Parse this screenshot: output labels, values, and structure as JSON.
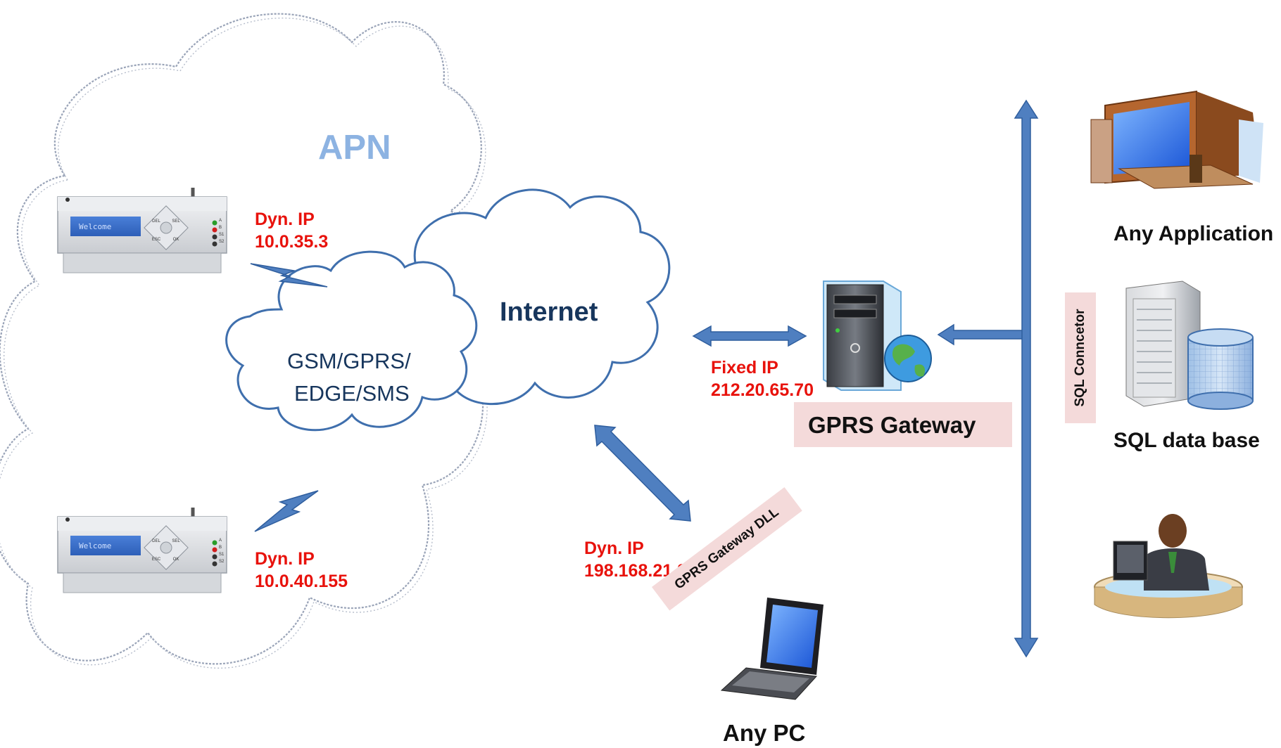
{
  "apn": {
    "label": "APN"
  },
  "gsm": {
    "line1": "GSM/GPRS/",
    "line2": "EDGE/SMS"
  },
  "internet": {
    "label": "Internet"
  },
  "device_top": {
    "screen_text": "Welcome",
    "ip_label": "Dyn. IP",
    "ip": "10.0.35.3",
    "buttons": [
      "DEL",
      "SEL",
      "ESC",
      "OK"
    ],
    "leds": [
      "A",
      "B",
      "S1",
      "S2"
    ]
  },
  "device_bottom": {
    "screen_text": "Welcome",
    "ip_label": "Dyn. IP",
    "ip": "10.0.40.155",
    "buttons": [
      "DEL",
      "SEL",
      "ESC",
      "OK"
    ],
    "leds": [
      "A",
      "B",
      "S1",
      "S2"
    ]
  },
  "gateway": {
    "ip_label": "Fixed IP",
    "ip": "212.20.65.70",
    "name": "GPRS Gateway"
  },
  "pc": {
    "ip_label": "Dyn. IP",
    "ip": "198.168.21.85",
    "dll": "GPRS Gateway DLL",
    "name": "Any PC"
  },
  "right": {
    "connector": "SQL Conncetor",
    "app": "Any Application",
    "db": "SQL data base"
  },
  "colors": {
    "arrow": "#4f7fc0",
    "cloud": "#3f6fad",
    "apn": "#8db3e2",
    "ip": "#e8120c",
    "label_bg": "#f4dada"
  }
}
